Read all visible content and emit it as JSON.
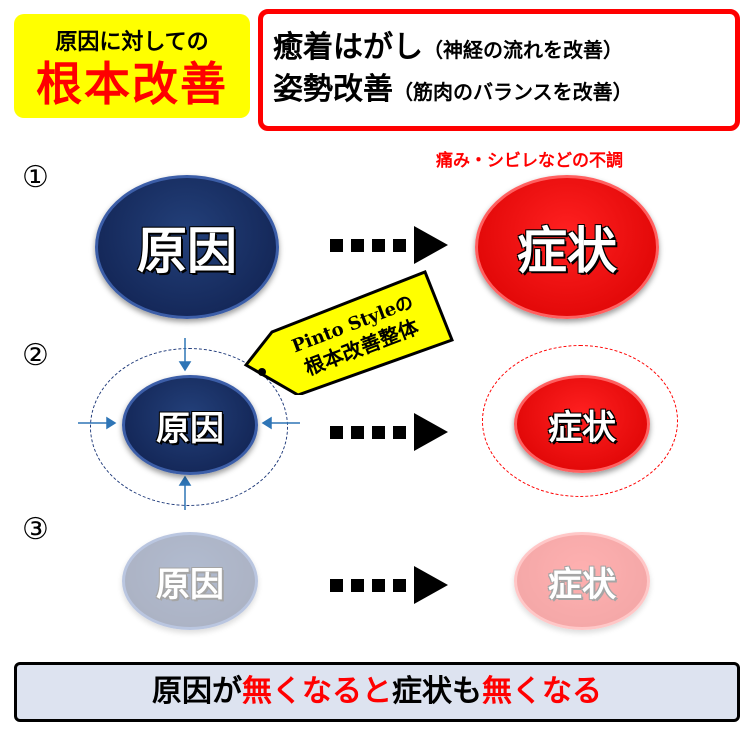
{
  "header": {
    "yellow_line1": "原因に対しての",
    "yellow_line2": "根本改善",
    "methods": [
      {
        "main": "癒着はがし",
        "note": "（神経の流れを改善）"
      },
      {
        "main": "姿勢改善",
        "note": "（筋肉のバランスを改善）"
      }
    ]
  },
  "symptom_note": "痛み・シビレなどの不調",
  "steps": [
    {
      "number": "①",
      "cause": "原因",
      "symptom": "症状"
    },
    {
      "number": "②",
      "cause": "原因",
      "symptom": "症状"
    },
    {
      "number": "③",
      "cause": "原因",
      "symptom": "症状"
    }
  ],
  "tag": {
    "line1": "Pinto Styleの",
    "line2": "根本改善整体"
  },
  "conclusion": {
    "p1": "原因が",
    "p2": "無くなると",
    "p3": "症状も",
    "p4": "無くなる"
  },
  "colors": {
    "navy": "#0f1f4d",
    "red": "#ff0000",
    "yellow": "#ffff00",
    "bottom_bg": "#dde3f0"
  }
}
